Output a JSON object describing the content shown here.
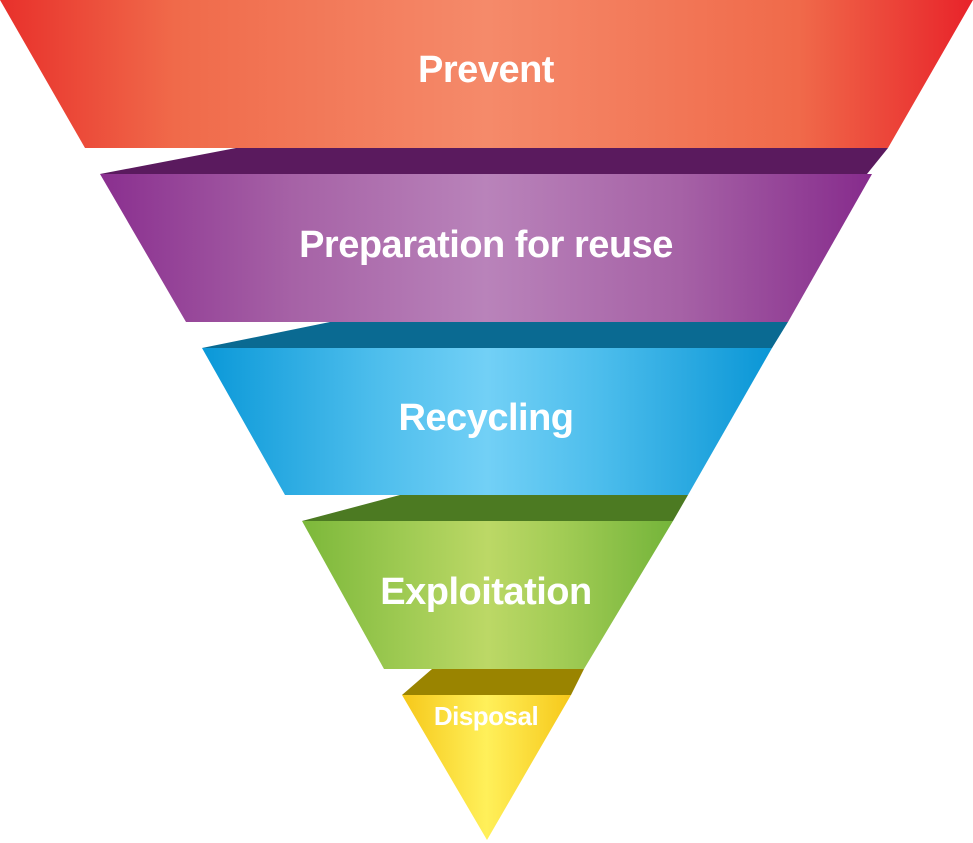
{
  "diagram": {
    "tiers": [
      {
        "label": "Prevent",
        "color": "#f07050"
      },
      {
        "label": "Preparation for reuse",
        "color": "#a86aae"
      },
      {
        "label": "Recycling",
        "color": "#4cc0ec"
      },
      {
        "label": "Exploitation",
        "color": "#a4cc52"
      },
      {
        "label": "Disposal",
        "color": "#f4dc2c"
      }
    ]
  }
}
